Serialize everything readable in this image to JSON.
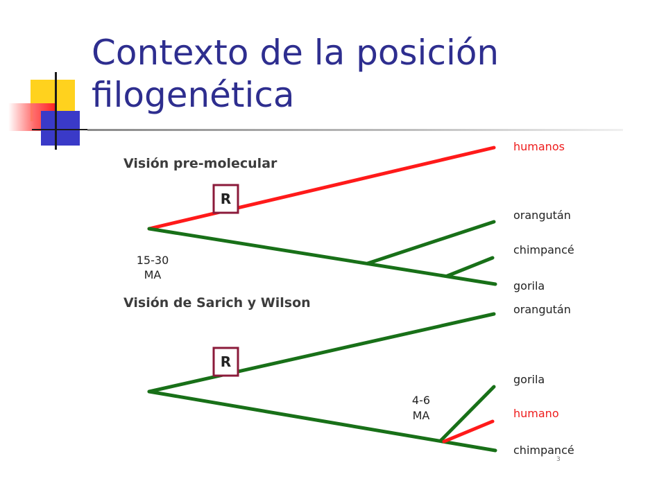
{
  "slide": {
    "title_line1": "Contexto de la posición",
    "title_line2": "filogenética",
    "page_number": "3"
  },
  "colors": {
    "title": "#2e2e8f",
    "human_branch": "#ff1a1a",
    "ape_branch": "#187018",
    "box": "#8b1a3a",
    "human_label": "#ee1c1c"
  },
  "diagram": {
    "pre_molecular": {
      "heading": "Visión pre-molecular",
      "root_box": "R",
      "divergence_time_line1": "15-30",
      "divergence_time_line2": "MA",
      "leaves": [
        {
          "label": "humanos",
          "highlight": true
        },
        {
          "label": "orangután",
          "highlight": false
        },
        {
          "label": "chimpancé",
          "highlight": false
        },
        {
          "label": "gorila",
          "highlight": false
        }
      ]
    },
    "sarich_wilson": {
      "heading": "Visión de Sarich y Wilson",
      "root_box": "R",
      "divergence_time_line1": "4-6",
      "divergence_time_line2": "MA",
      "leaves": [
        {
          "label": "orangután",
          "highlight": false
        },
        {
          "label": "gorila",
          "highlight": false
        },
        {
          "label": "humano",
          "highlight": true
        },
        {
          "label": "chimpancé",
          "highlight": false
        }
      ]
    }
  }
}
